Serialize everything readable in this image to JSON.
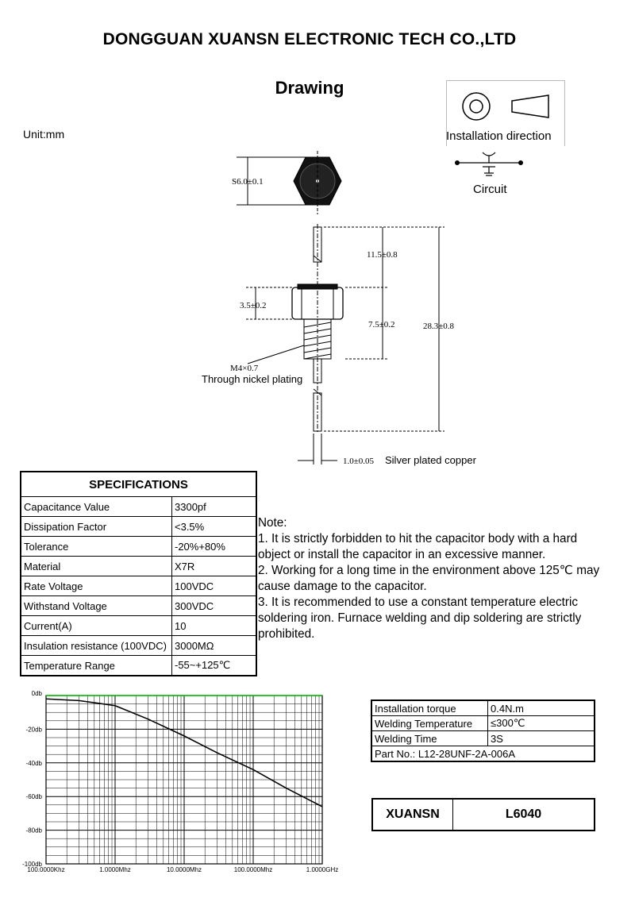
{
  "header": {
    "company": "DONGGUAN XUANSN ELECTRONIC TECH CO.,LTD",
    "drawing_title": "Drawing",
    "unit": "Unit:mm"
  },
  "diagram": {
    "installation_direction_label": "Installation direction",
    "circuit_label": "Circuit",
    "dims": {
      "hex_size": "S6.0±0.1",
      "top_length": "11.5±0.8",
      "nut_height": "3.5±0.2",
      "body_length": "7.5±0.2",
      "total_length": "28.3±0.8",
      "thread": "M4×0.7",
      "thread_note": "Through nickel plating",
      "lead_dia": "1.0±0.05",
      "lead_note": "Silver plated copper"
    }
  },
  "specifications": {
    "title": "SPECIFICATIONS",
    "rows": [
      {
        "name": "Capacitance Value",
        "value": "3300pf"
      },
      {
        "name": "Dissipation Factor",
        "value": "<3.5%"
      },
      {
        "name": "Tolerance",
        "value": "-20%+80%"
      },
      {
        "name": "Material",
        "value": "X7R"
      },
      {
        "name": "Rate Voltage",
        "value": "100VDC"
      },
      {
        "name": "Withstand Voltage",
        "value": "300VDC"
      },
      {
        "name": "Current(A)",
        "value": "10"
      },
      {
        "name": "Insulation resistance (100VDC)",
        "value": "3000MΩ"
      },
      {
        "name": "Temperature Range",
        "value": "-55~+125℃"
      }
    ]
  },
  "note": {
    "title": "Note:",
    "lines": [
      "1. It is strictly forbidden to hit the capacitor body with a hard object or install the capacitor in an excessive manner.",
      "2. Working for a long time in the environment above 125℃ may cause damage to the capacitor.",
      "3. It is recommended to use a constant temperature electric soldering iron. Furnace welding and dip soldering are strictly prohibited."
    ]
  },
  "properties": {
    "rows": [
      {
        "name": "Installation torque",
        "value": "0.4N.m"
      },
      {
        "name": "Welding Temperature",
        "value": "≤300℃"
      },
      {
        "name": "Welding Time",
        "value": "3S"
      }
    ],
    "part_no": "Part No.: L12-28UNF-2A-006A"
  },
  "brand": {
    "name": "XUANSN",
    "model": "L6040"
  },
  "chart_data": {
    "type": "line",
    "xscale": "log",
    "x_ticks": [
      "100.0000Khz",
      "1.0000Mhz",
      "10.0000Mhz",
      "100.0000Mhz",
      "1.0000GHz"
    ],
    "y_ticks": [
      "0db",
      "-20db",
      "-40db",
      "-60db",
      "-80db",
      "-100db"
    ],
    "ylim": [
      -100,
      0
    ],
    "grid": true,
    "series": [
      {
        "color": "#00c000",
        "x": [
          0.1,
          1000
        ],
        "y": [
          0,
          0
        ]
      },
      {
        "color": "#000000",
        "x": [
          0.1,
          0.3,
          1,
          3,
          10,
          30,
          100,
          300,
          1000
        ],
        "y": [
          -2,
          -3,
          -6,
          -14,
          -24,
          -34,
          -44,
          -55,
          -66
        ]
      }
    ]
  }
}
